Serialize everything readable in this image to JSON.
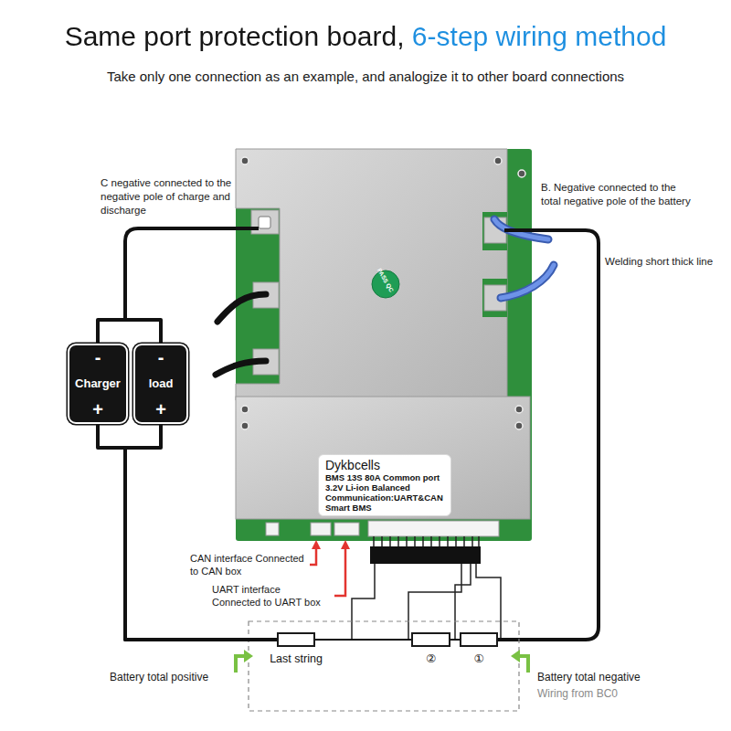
{
  "diagram": {
    "title": "Same port protection board, 6-step wiring method",
    "nodes": [
      {
        "text": [
          "-",
          "Charger",
          "+"
        ]
      },
      {
        "text": [
          "-",
          "load",
          "+"
        ]
      },
      {
        "text": [
          "Dykbcells",
          "BMS 13S 80A Common port",
          "3.2V Li-ion Balanced",
          "Communication:UART&CAN",
          "Smart BMS"
        ]
      },
      {
        "text": [
          "Last string"
        ]
      },
      {
        "text": [
          "②"
        ]
      },
      {
        "text": [
          "①"
        ]
      }
    ],
    "edges": [
      {
        "from": 0,
        "to": 1,
        "arrow": "none"
      },
      {
        "from": 0,
        "to": 3,
        "arrow": "none"
      },
      {
        "from": 1,
        "to": 3,
        "arrow": "none"
      },
      {
        "from": 3,
        "to": 4,
        "arrow": "none"
      },
      {
        "from": 4,
        "to": 5,
        "arrow": "none"
      }
    ],
    "labels": [
      "Take only one connection as an example, and analogize it to other board connections",
      "C negative connected to the negative pole of charge and discharge",
      "B. Negative connected to the total negative pole of the battery",
      "Welding short thick line",
      "PASS QC",
      "CAN interface Connected to CAN box",
      "UART interface Connected to UART box",
      "Battery total positive",
      "Battery total negative",
      "Wiring from BC0"
    ]
  }
}
